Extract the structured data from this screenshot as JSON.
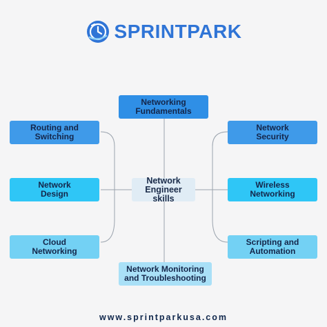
{
  "brand": {
    "name": "SPRINTPARK",
    "logo_icon": "clock-globe-icon",
    "color": "#2f74d6"
  },
  "diagram": {
    "center": "Network\nEngineer skills",
    "top": "Networking\nFundamentals",
    "bottom": "Network Monitoring\nand Troubleshooting",
    "left": [
      "Routing and\nSwitching",
      "Network\nDesign",
      "Cloud\nNetworking"
    ],
    "right": [
      "Network\nSecurity",
      "Wireless\nNetworking",
      "Scripting and\nAutomation"
    ]
  },
  "footer": {
    "url": "www.sprintparkusa.com"
  }
}
